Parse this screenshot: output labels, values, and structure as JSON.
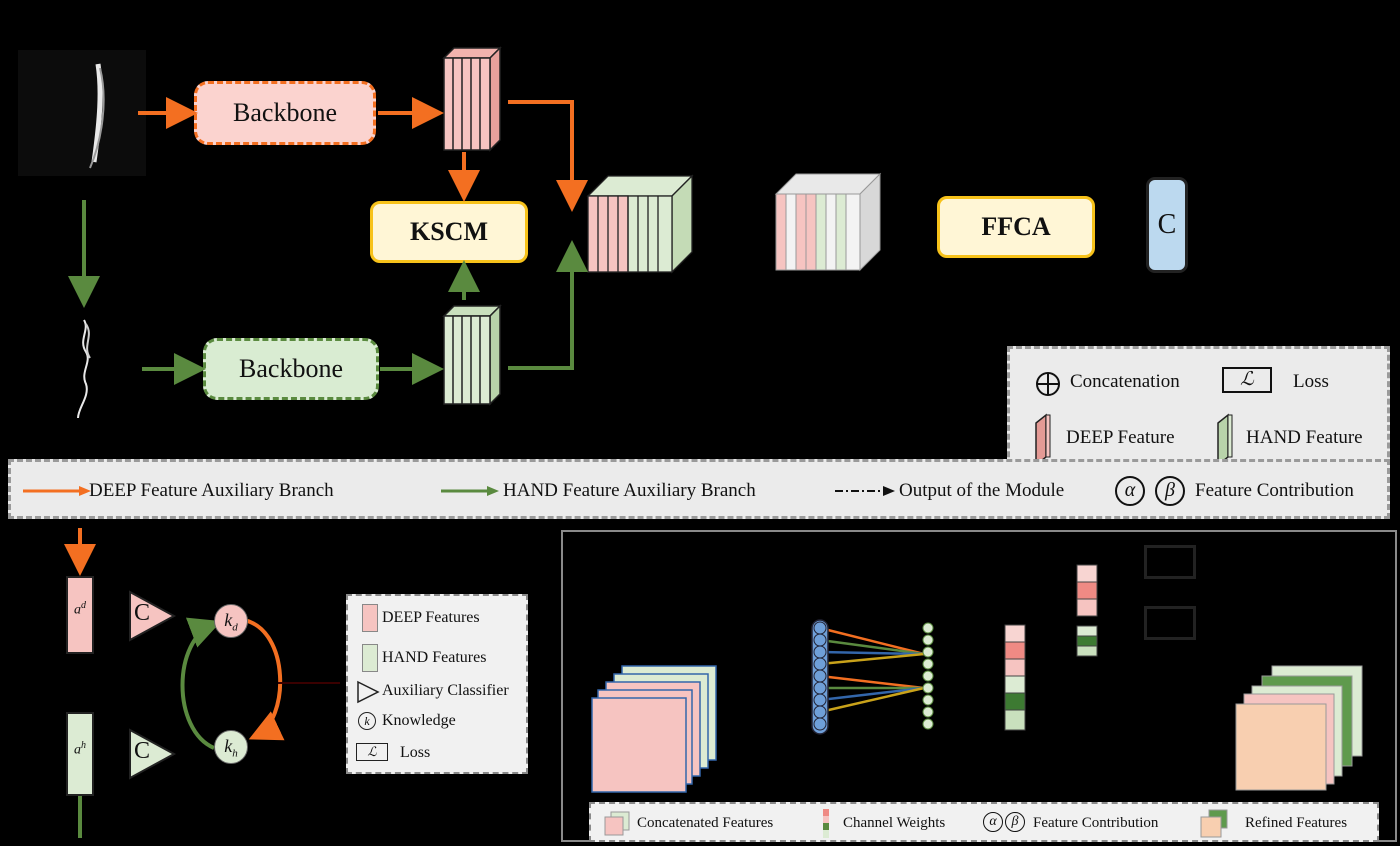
{
  "top": {
    "backbone_deep_label": "Backbone",
    "backbone_hand_label": "Backbone",
    "kscm_label": "KSCM",
    "ffca_label": "FFCA",
    "classifier_label": "C"
  },
  "main_legend": {
    "concatenation": "Concatenation",
    "loss": "Loss",
    "loss_symbol": "ℒ",
    "deep_feature": "DEEP  Feature",
    "hand_feature": "HAND  Feature"
  },
  "branch_legend": {
    "deep_branch": "DEEP  Feature Auxiliary Branch",
    "hand_branch": "HAND  Feature Auxiliary Branch",
    "output": "Output of the Module",
    "alpha": "α",
    "beta": "β",
    "contribution": "Feature Contribution"
  },
  "kscm_detail": {
    "a_d": "a",
    "a_d_sup": "d",
    "a_h": "a",
    "a_h_sup": "h",
    "classifier_top": "C",
    "classifier_bottom": "C",
    "k_d": "k",
    "k_d_sub": "d",
    "k_h": "k",
    "k_h_sub": "h",
    "legend": {
      "deep": "DEEP Features",
      "hand": "HAND Features",
      "aux": "Auxiliary Classifier",
      "knowledge_symbol": "k",
      "knowledge": "Knowledge",
      "loss_symbol": "ℒ",
      "loss": "Loss"
    }
  },
  "ffca_detail": {
    "legend": {
      "concat": "Concatenated Features",
      "weights": "Channel Weights",
      "alpha": "α",
      "beta": "β",
      "contribution": "Feature Contribution",
      "refined": "Refined Features"
    }
  },
  "colors": {
    "deep_orange": "#f36f21",
    "hand_green": "#5a8a3f",
    "deep_fill": "#f6c4c1",
    "hand_fill": "#dcebd3",
    "classifier_blue": "#bcd9ef",
    "module_yellow": "#f7c21a"
  }
}
